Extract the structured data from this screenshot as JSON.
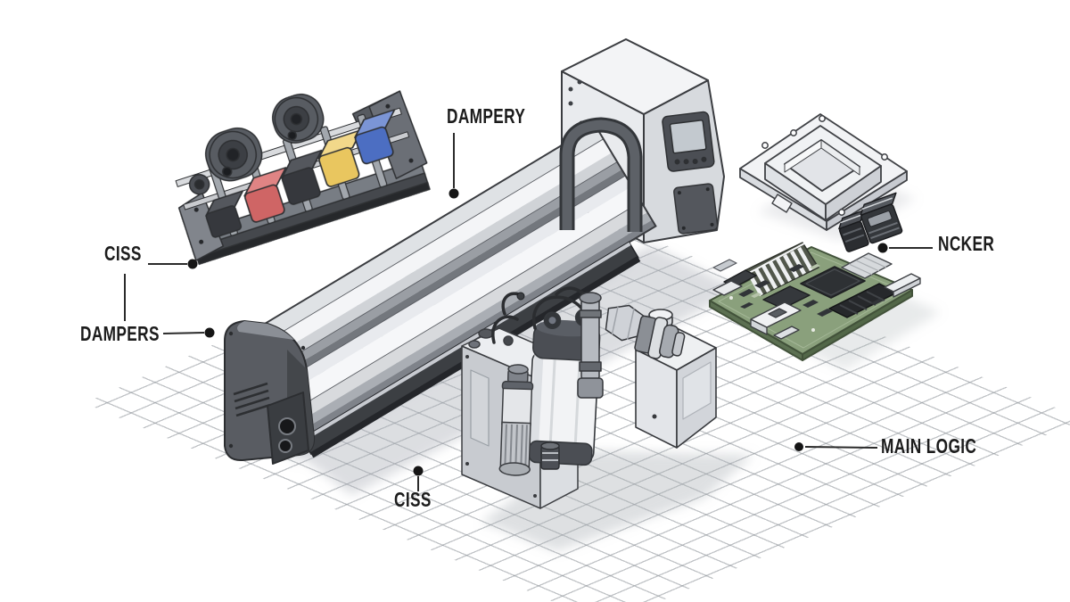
{
  "labels": {
    "ciss_top": "CISS",
    "dampery": "DAMPERY",
    "dampers": "DAMPERS",
    "ncker": "NCKER",
    "main_logic": "MAIN LOGIC",
    "ciss_bottom": "CISS"
  },
  "components": [
    "damper-carriage-assembly",
    "main-rail-beam",
    "rail-end-cap",
    "control-tower-with-display",
    "pump-assembly",
    "ink-canister",
    "motor-cylinder",
    "ink-tank",
    "maintenance-tray",
    "connector-module",
    "main-logic-board",
    "floor-grid"
  ],
  "colors": {
    "background": "#ffffff",
    "grid_line": "#cfd2d5",
    "label_text": "#1c1c1c",
    "leader_line": "#2b2b2b",
    "damper_red": "#cf6565",
    "damper_yellow": "#e9c65f",
    "damper_blue": "#4c6ec2",
    "damper_dark": "#36383d",
    "pcb_green": "#8aa07c",
    "chip_dark": "#2e3134",
    "metal_light": "#f2f3f5",
    "metal_mid": "#c9ccd1",
    "metal_dark": "#55585e"
  }
}
